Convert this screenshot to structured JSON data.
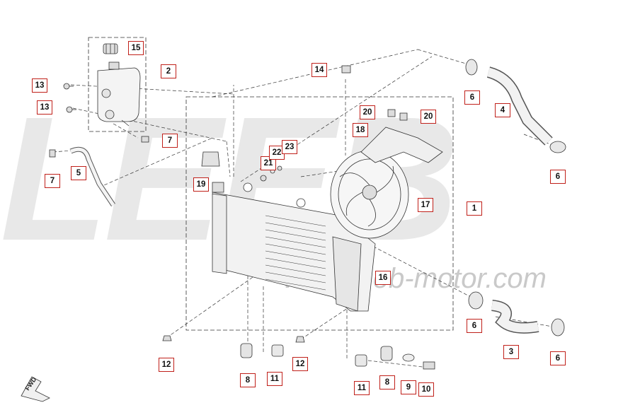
{
  "watermark": {
    "logo_text": "LEEB",
    "url": "www.leeb-motor.com"
  },
  "fwd_label": "FWD",
  "callouts": [
    {
      "id": "c1",
      "label": "1"
    },
    {
      "id": "c2",
      "label": "2"
    },
    {
      "id": "c3",
      "label": "3"
    },
    {
      "id": "c4",
      "label": "4"
    },
    {
      "id": "c5",
      "label": "5"
    },
    {
      "id": "c6a",
      "label": "6"
    },
    {
      "id": "c6b",
      "label": "6"
    },
    {
      "id": "c6c",
      "label": "6"
    },
    {
      "id": "c6d",
      "label": "6"
    },
    {
      "id": "c7a",
      "label": "7"
    },
    {
      "id": "c7b",
      "label": "7"
    },
    {
      "id": "c8a",
      "label": "8"
    },
    {
      "id": "c8b",
      "label": "8"
    },
    {
      "id": "c9",
      "label": "9"
    },
    {
      "id": "c10",
      "label": "10"
    },
    {
      "id": "c11a",
      "label": "11"
    },
    {
      "id": "c11b",
      "label": "11"
    },
    {
      "id": "c12a",
      "label": "12"
    },
    {
      "id": "c12b",
      "label": "12"
    },
    {
      "id": "c13a",
      "label": "13"
    },
    {
      "id": "c13b",
      "label": "13"
    },
    {
      "id": "c14",
      "label": "14"
    },
    {
      "id": "c15",
      "label": "15"
    },
    {
      "id": "c16",
      "label": "16"
    },
    {
      "id": "c17",
      "label": "17"
    },
    {
      "id": "c18",
      "label": "18"
    },
    {
      "id": "c19",
      "label": "19"
    },
    {
      "id": "c20a",
      "label": "20"
    },
    {
      "id": "c20b",
      "label": "20"
    },
    {
      "id": "c21",
      "label": "21"
    },
    {
      "id": "c22",
      "label": "22"
    },
    {
      "id": "c23",
      "label": "23"
    }
  ]
}
